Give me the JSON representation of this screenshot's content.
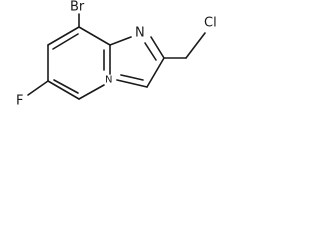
{
  "molecule": {
    "atoms": {
      "bromine": "Br",
      "fluorine": "F",
      "imidazole_nitrogen": "N",
      "bridgehead_nitrogen": "N",
      "chlorine": "Cl"
    },
    "colors": {
      "bond": "#1a1a1a",
      "label": "#1a1a1a",
      "background": "#ffffff"
    }
  }
}
